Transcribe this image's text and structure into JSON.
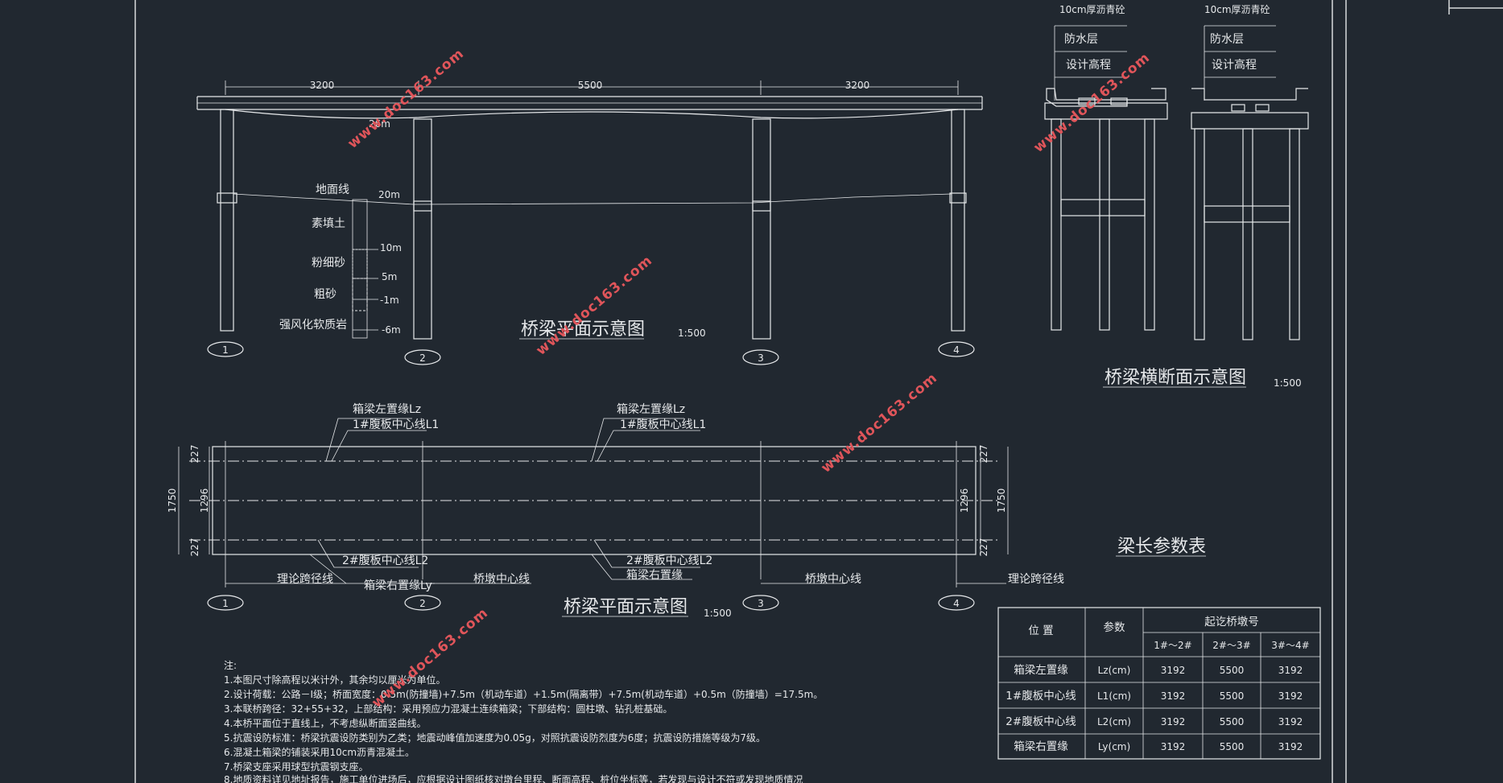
{
  "elevation": {
    "title": "桥梁平面示意图",
    "scale": "1:500",
    "spans": [
      "3200",
      "5500",
      "3200"
    ],
    "ground_label": "地面线",
    "layers": [
      "素填土",
      "粉细砂",
      "粗砂",
      "强风化软质岩"
    ],
    "levels": [
      "20m",
      "10m",
      "5m",
      "-1m",
      "-6m"
    ],
    "top_level": "26m",
    "piers": [
      "1",
      "2",
      "3",
      "4"
    ]
  },
  "plan": {
    "title": "桥梁平面示意图",
    "scale": "1:500",
    "left_dims": [
      "1750",
      "227",
      "1296",
      "227"
    ],
    "right_dims": [
      "1750",
      "227",
      "1296",
      "227"
    ],
    "labels_top_a": [
      "箱梁左置缘Lz",
      "1#腹板中心线L1"
    ],
    "labels_top_b": [
      "箱梁左置缘Lz",
      "1#腹板中心线L1"
    ],
    "labels_bottom_a": [
      "2#腹板中心线L2",
      "箱梁右置缘Ly"
    ],
    "labels_bottom_b": [
      "2#腹板中心线L2",
      "箱梁右置缘"
    ],
    "axis_labels": [
      "理论跨径线",
      "桥墩中心线",
      "桥墩中心线",
      "理论跨径线"
    ],
    "piers": [
      "1",
      "2",
      "3",
      "4"
    ]
  },
  "cross": {
    "title": "桥梁横断面示意图",
    "scale": "1:500",
    "left_labels": [
      "10cm厚沥青砼",
      "防水层",
      "设计高程"
    ],
    "right_labels": [
      "10cm厚沥青砼",
      "防水层",
      "设计高程"
    ]
  },
  "table": {
    "title": "梁长参数表",
    "h_position": "位    置",
    "h_param": "参数",
    "h_group": "起讫桥墩号",
    "h_cols": [
      "1#～2#",
      "2#～3#",
      "3#～4#"
    ],
    "rows": [
      {
        "name": "箱梁左置缘",
        "param": "Lz(cm)",
        "v": [
          "3192",
          "5500",
          "3192"
        ]
      },
      {
        "name": "1#腹板中心线",
        "param": "L1(cm)",
        "v": [
          "3192",
          "5500",
          "3192"
        ]
      },
      {
        "name": "2#腹板中心线",
        "param": "L2(cm)",
        "v": [
          "3192",
          "5500",
          "3192"
        ]
      },
      {
        "name": "箱梁右置缘",
        "param": "Ly(cm)",
        "v": [
          "3192",
          "5500",
          "3192"
        ]
      }
    ]
  },
  "notes": {
    "heading": "注:",
    "lines": [
      "1.本图尺寸除高程以米计外，其余均以厘米为单位。",
      "2.设计荷载：公路－Ⅰ级；桥面宽度：0.5m(防撞墙)+7.5m（机动车道）+1.5m(隔离带）+7.5m(机动车道）+0.5m（防撞墙）=17.5m。",
      "3.本联桥跨径：32+55+32，上部结构：采用预应力混凝土连续箱梁；下部结构：圆柱墩、钻孔桩基础。",
      "4.本桥平面位于直线上，不考虑纵断面竖曲线。",
      "5.抗震设防标准：桥梁抗震设防类别为乙类；地震动峰值加速度为0.05g，对照抗震设防烈度为6度；抗震设防措施等级为7级。",
      "6.混凝土箱梁的铺装采用10cm沥青混凝土。",
      "7.桥梁支座采用球型抗震钢支座。",
      "8.地质资料详见地址报告，施工单位进场后，应根据设计图纸核对墩台里程、断面高程、桩位坐标等，若发现与设计不符或发现地质情况"
    ]
  },
  "watermark": "www.doc163.com",
  "colors": {
    "background": "#212830",
    "line": "#e6e8ea",
    "watermark": "#e0555a"
  }
}
